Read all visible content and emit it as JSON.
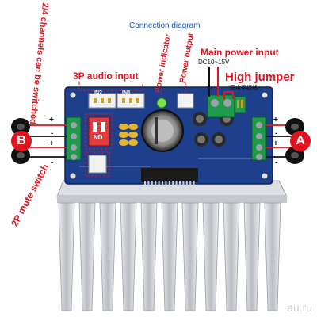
{
  "header": {
    "title": "Connection diagram"
  },
  "labels": {
    "channels_switch": "2/4 channels can be switched,",
    "audio_input": "3P audio input",
    "power_indicator": "Power indicator",
    "power_output": "Power output",
    "main_power_input": "Main power input",
    "dc_range": "DC10~15V",
    "high_jumper": "High jumper",
    "high_jumper_cn": "高电平接线",
    "mute_switch": "2P mute switch",
    "in2": "IN2",
    "in1": "IN1",
    "nd": "ND",
    "plus": "+",
    "minus": "-"
  },
  "speakers": {
    "left": "B",
    "right": "A"
  },
  "watermark": "au.ru",
  "colors": {
    "pcb": "#1d3f8c",
    "terminal": "#1f9a4a",
    "label_red": "#e0141e",
    "heatsink": "#c9ccd0"
  }
}
